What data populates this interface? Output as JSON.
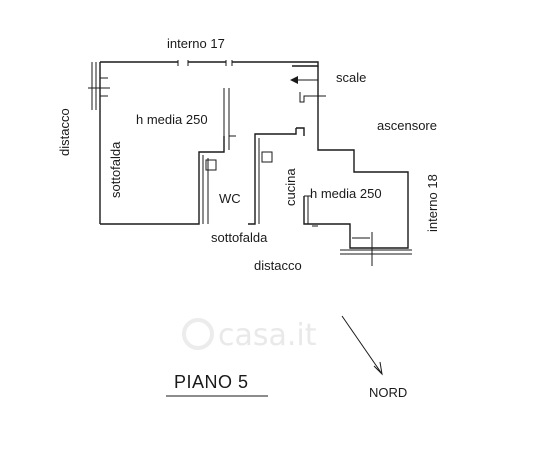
{
  "plan": {
    "floor_title": "PIANO 5",
    "labels": {
      "interno_17": "interno 17",
      "scale": "scale",
      "ascensore": "ascensore",
      "distacco_left": "distacco",
      "sottofalda_left": "sottofalda",
      "h_media_left": "h  media 250",
      "wc": "WC",
      "cucina": "cucina",
      "h_media_right": "h  media 250",
      "interno_18": "interno 18",
      "sottofalda_bottom": "sottofalda",
      "distacco_bottom": "distacco"
    },
    "north_label": "NORD",
    "watermark": "casa.it"
  }
}
